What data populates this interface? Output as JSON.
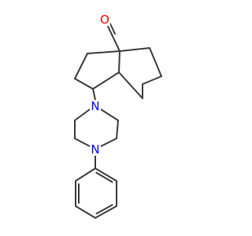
{
  "molecule": {
    "atoms": [
      {
        "id": "o1",
        "symbol": "O",
        "color": "#ff0000"
      },
      {
        "id": "n1",
        "symbol": "N",
        "color": "#0000ff"
      },
      {
        "id": "n2",
        "symbol": "N",
        "color": "#0000ff"
      }
    ],
    "bond_color": "#3a3a3a"
  }
}
